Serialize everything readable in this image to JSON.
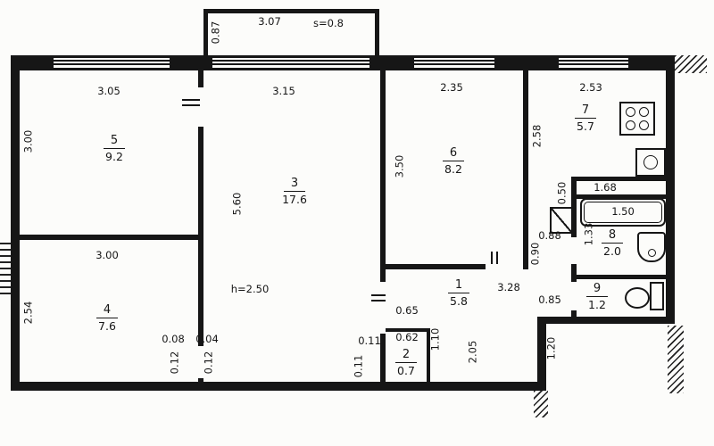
{
  "balcony": {
    "dim_depth": "0.87",
    "dim_width": "3.07",
    "area_label": "s=0.8"
  },
  "rooms": {
    "r1": {
      "num": "1",
      "area": "5.8"
    },
    "r2": {
      "num": "2",
      "area": "0.7"
    },
    "r3": {
      "num": "3",
      "area": "17.6"
    },
    "r4": {
      "num": "4",
      "area": "7.6"
    },
    "r5": {
      "num": "5",
      "area": "9.2"
    },
    "r6": {
      "num": "6",
      "area": "8.2"
    },
    "r7": {
      "num": "7",
      "area": "5.7"
    },
    "r8": {
      "num": "8",
      "area": "2.0"
    },
    "r9": {
      "num": "9",
      "area": "1.2"
    }
  },
  "dims": {
    "d_r5_top": "3.05",
    "d_r5_side": "3.00",
    "d_r3_top": "3.15",
    "d_r3_side": "5.60",
    "d_height": "h=2.50",
    "d_r6_top": "2.35",
    "d_r6_side": "3.50",
    "d_r7_top": "2.53",
    "d_r7_side": "2.58",
    "d_duct": "1.68",
    "d_r4_top": "3.00",
    "d_r4_side": "2.54",
    "d_r1_len": "3.28",
    "d_r1_door": "0.65",
    "d_r1_v1": "1.10",
    "d_r1_v2": "2.05",
    "d_r2_top": "0.62",
    "d_shaft": "0.50",
    "d_bath_a": "0.88",
    "d_bath_b": "0.90",
    "d_bath_c": "1.33",
    "d_tub": "1.50",
    "d_wc": "0.85",
    "d_entry": "1.20",
    "d_w1": "0.08",
    "d_w2": "0.04",
    "d_w3": "0.12",
    "d_w4": "0.12",
    "d_w5": "0.11",
    "d_w6": "0.11"
  }
}
